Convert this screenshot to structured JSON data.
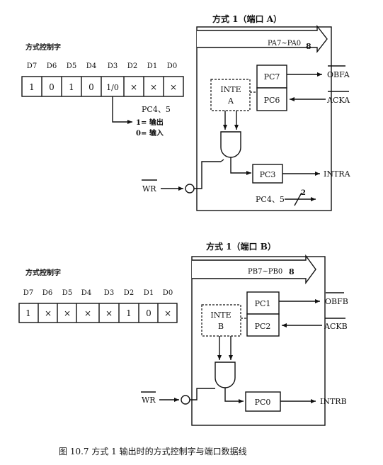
{
  "diagram_a": {
    "title": "方式 1（端口 A）",
    "control_label": "方式控制字",
    "bit_headers": [
      "D7",
      "D6",
      "D5",
      "D4",
      "D3",
      "D2",
      "D1",
      "D0"
    ],
    "bit_values": [
      "1",
      "0",
      "1",
      "0",
      "1/0",
      "×",
      "×",
      "×"
    ],
    "pc_select": "PC4、5",
    "select_out": "1= 输出",
    "select_in": "0= 输入",
    "bus_label": "PA7~PA0",
    "bus_width": "8",
    "pc_top": "PC7",
    "pc_mid": "PC6",
    "pc_intr": "PC3",
    "pc_extra": "PC4、5",
    "extra_width": "2",
    "inte_line1": "INTE",
    "inte_line2": "A",
    "obf": "OBFA",
    "ack": "ACKA",
    "intr": "INTRA",
    "wr": "WR"
  },
  "diagram_b": {
    "title": "方式 1（端口 B）",
    "control_label": "方式控制字",
    "bit_headers": [
      "D7",
      "D6",
      "D5",
      "D4",
      "D3",
      "D2",
      "D1",
      "D0"
    ],
    "bit_values": [
      "1",
      "×",
      "×",
      "×",
      "×",
      "1",
      "0",
      "×"
    ],
    "bus_label": "PB7~PB0",
    "bus_width": "8",
    "pc_top": "PC1",
    "pc_mid": "PC2",
    "pc_intr": "PC0",
    "inte_line1": "INTE",
    "inte_line2": "B",
    "obf": "OBFB",
    "ack": "ACKB",
    "intr": "INTRB",
    "wr": "WR"
  },
  "caption": "图 10.7   方式 1 输出时的方式控制字与端口数据线"
}
